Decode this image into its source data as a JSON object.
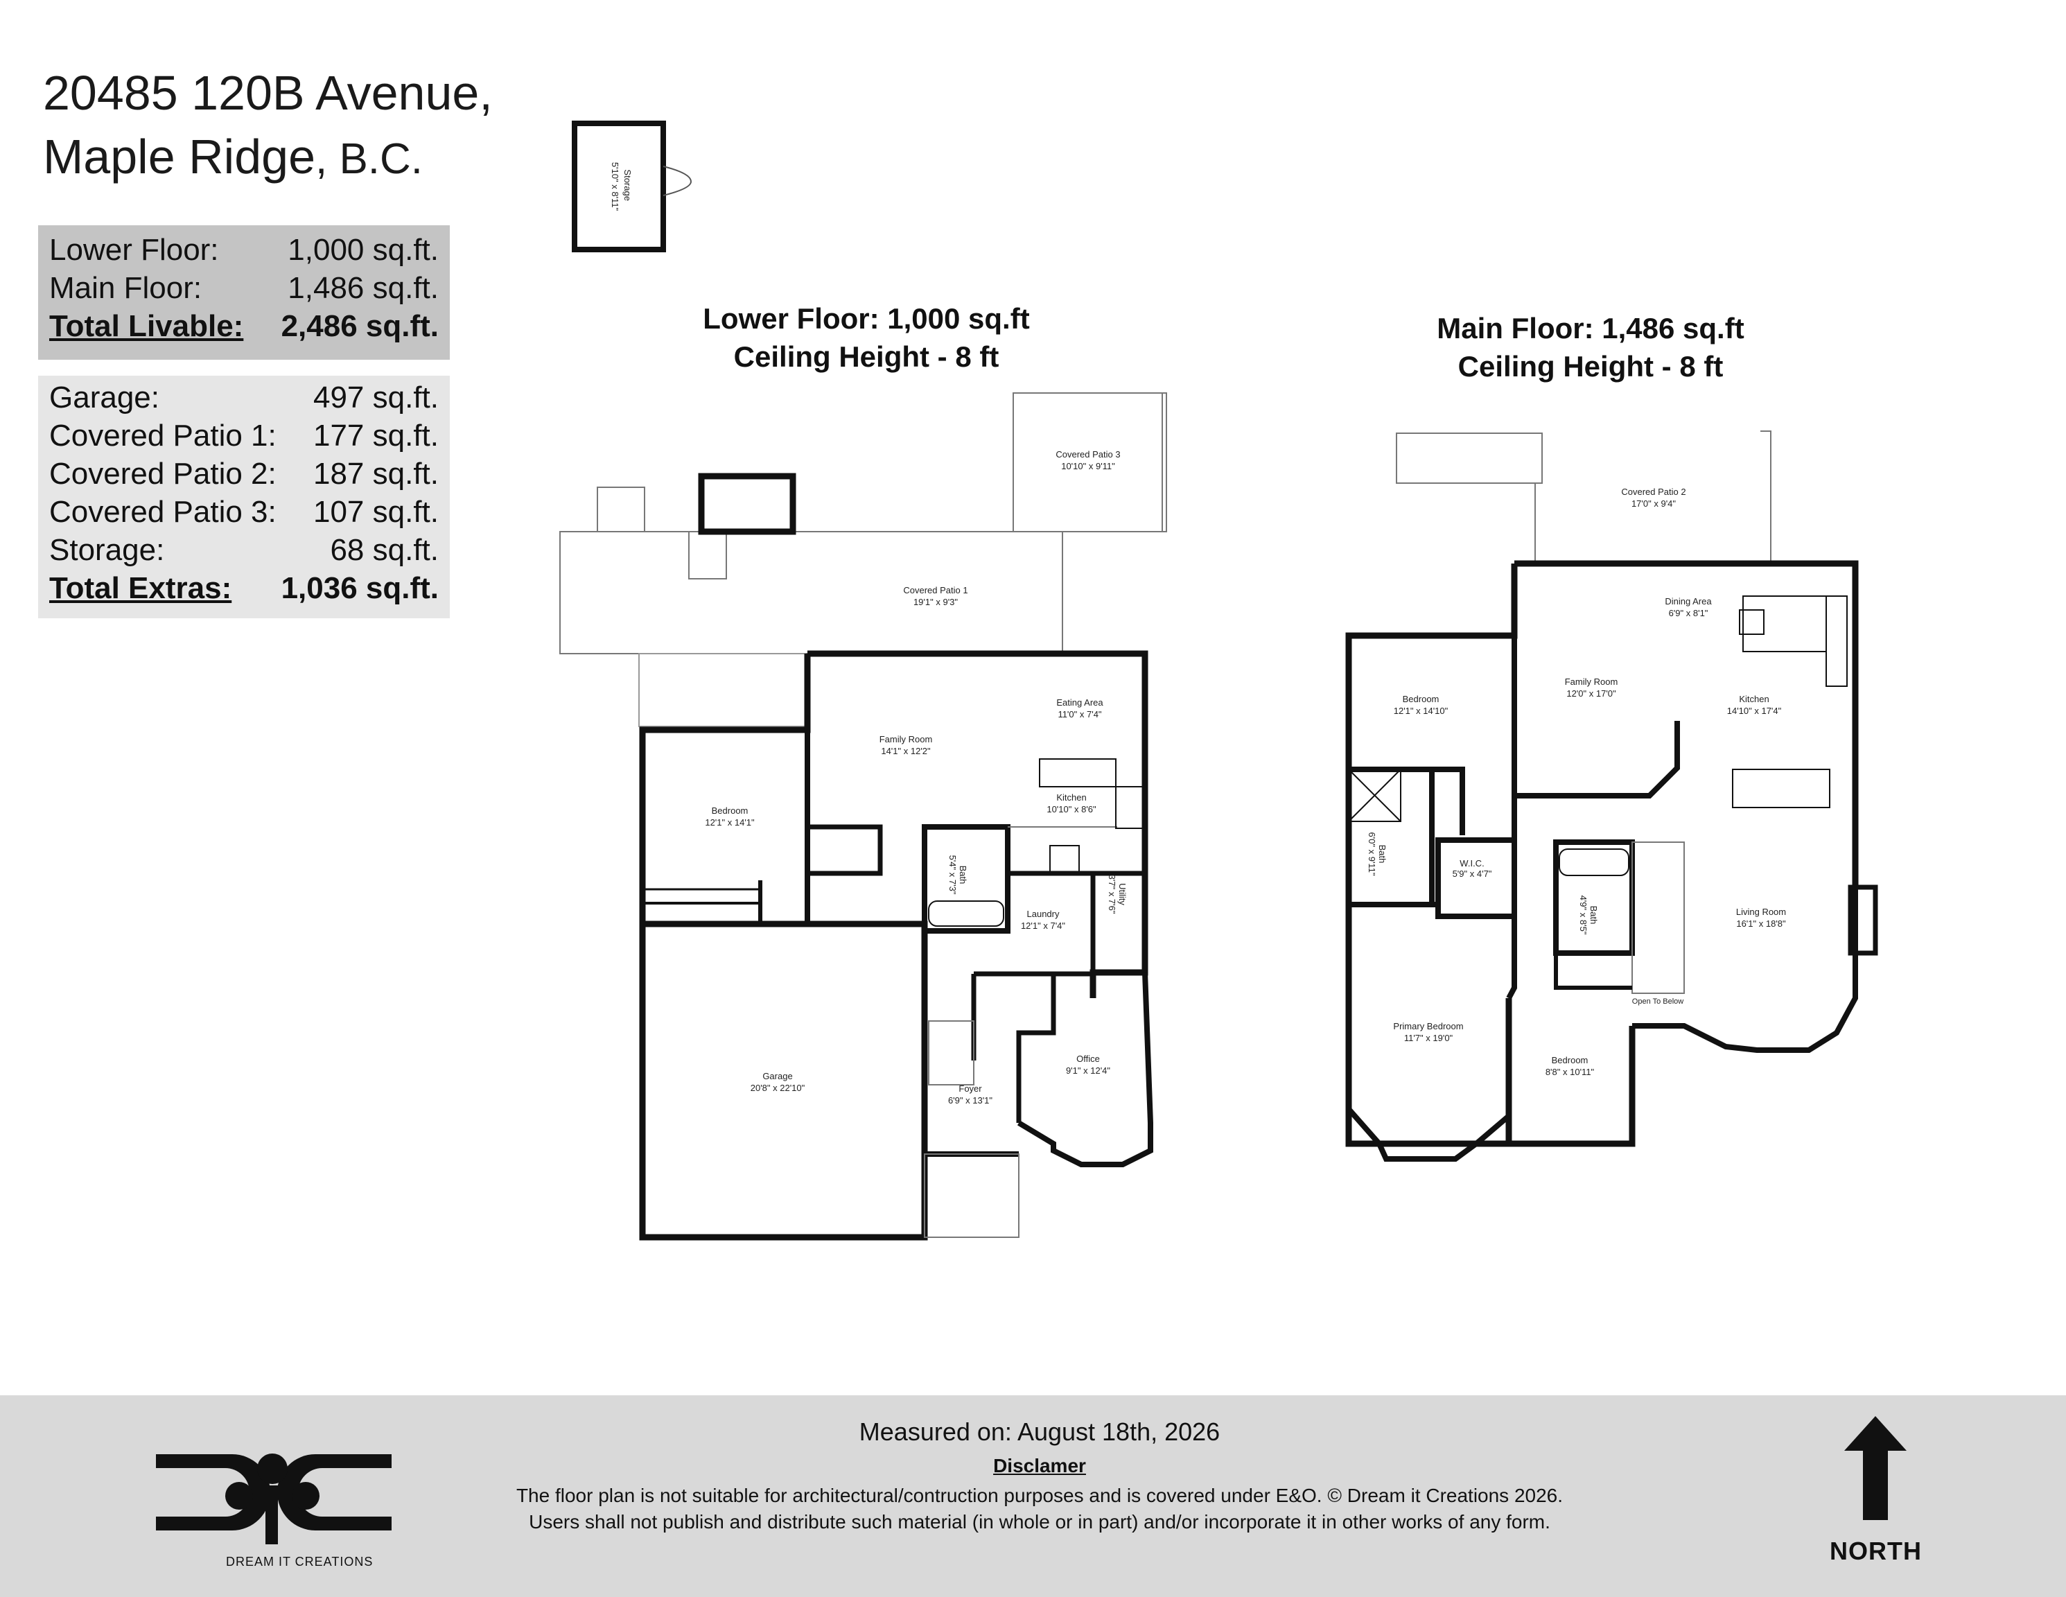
{
  "address": {
    "line1": "20485 120B Avenue,",
    "line2_main": "Maple Ridge",
    "line2_suffix": ", B.C."
  },
  "livable": [
    {
      "label": "Lower Floor:",
      "value": "1,000 sq.ft."
    },
    {
      "label": "Main Floor:",
      "value": "1,486 sq.ft."
    },
    {
      "label": "Total Livable:",
      "value": "2,486 sq.ft."
    }
  ],
  "extras": [
    {
      "label": "Garage:",
      "value": "497 sq.ft."
    },
    {
      "label": "Covered Patio 1:",
      "value": "177 sq.ft."
    },
    {
      "label": "Covered Patio 2:",
      "value": "187 sq.ft."
    },
    {
      "label": "Covered Patio 3:",
      "value": "107 sq.ft."
    },
    {
      "label": "Storage:",
      "value": "68 sq.ft."
    },
    {
      "label": "Total Extras:",
      "value": "1,036 sq.ft."
    }
  ],
  "lower_floor": {
    "title": "Lower Floor: 1,000 sq.ft",
    "ceiling": "Ceiling Height - 8 ft"
  },
  "main_floor": {
    "title": "Main Floor: 1,486 sq.ft",
    "ceiling": "Ceiling Height - 8 ft"
  },
  "storage_room": {
    "name": "Storage",
    "dims": "5'10\" x 8'11\""
  },
  "lower_rooms": {
    "patio3": {
      "name": "Covered Patio 3",
      "dims": "10'10\" x 9'11\""
    },
    "patio1": {
      "name": "Covered Patio 1",
      "dims": "19'1\" x 9'3\""
    },
    "eating": {
      "name": "Eating Area",
      "dims": "11'0\" x 7'4\""
    },
    "family": {
      "name": "Family Room",
      "dims": "14'1\" x 12'2\""
    },
    "kitchen": {
      "name": "Kitchen",
      "dims": "10'10\" x 8'6\""
    },
    "bedroom": {
      "name": "Bedroom",
      "dims": "12'1\" x 14'1\""
    },
    "bath": {
      "name": "Bath",
      "dims": "5'4\" x 7'3\""
    },
    "laundry": {
      "name": "Laundry",
      "dims": "12'1\" x 7'4\""
    },
    "utility": {
      "name": "Utility",
      "dims": "3'7\" x 7'6\""
    },
    "garage": {
      "name": "Garage",
      "dims": "20'8\" x 22'10\""
    },
    "office": {
      "name": "Office",
      "dims": "9'1\" x 12'4\""
    },
    "foyer": {
      "name": "Foyer",
      "dims": "6'9\" x 13'1\""
    }
  },
  "main_rooms": {
    "patio2": {
      "name": "Covered Patio 2",
      "dims": "17'0\" x 9'4\""
    },
    "dining": {
      "name": "Dining Area",
      "dims": "6'9\" x 8'1\""
    },
    "family": {
      "name": "Family Room",
      "dims": "12'0\" x 17'0\""
    },
    "kitchen": {
      "name": "Kitchen",
      "dims": "14'10\" x 17'4\""
    },
    "bedroom1": {
      "name": "Bedroom",
      "dims": "12'1\" x 14'10\""
    },
    "bath1": {
      "name": "Bath",
      "dims": "6'0\" x 9'11\""
    },
    "wic": {
      "name": "W.I.C.",
      "dims": "5'9\" x 4'7\""
    },
    "bath2": {
      "name": "Bath",
      "dims": "4'9\" x 8'5\""
    },
    "living": {
      "name": "Living Room",
      "dims": "16'1\" x 18'8\""
    },
    "open": {
      "name": "Open To Below"
    },
    "primary": {
      "name": "Primary Bedroom",
      "dims": "11'7\" x 19'0\""
    },
    "bedroom2": {
      "name": "Bedroom",
      "dims": "8'8\" x 10'11\""
    }
  },
  "footer": {
    "measured": "Measured on: August 18th, 2026",
    "disclaimer_title": "Disclamer",
    "disclaimer_1": "The floor plan is not suitable for architectural/contruction purposes and is covered under E&O. © Dream it Creations 2026.",
    "disclaimer_2": "Users shall not publish and distribute such material (in whole or in part) and/or incorporate it in other works of any form.",
    "north": "NORTH",
    "logo_text": "DREAM IT CREATIONS"
  },
  "icons": {
    "north_arrow": "north-arrow-icon",
    "logo": "dream-it-creations-logo-icon"
  },
  "colors": {
    "wall": "#111111",
    "summary_box_dark": "#c4c4c4",
    "summary_box_light": "#e6e6e6",
    "footer": "#d9d9d9"
  }
}
